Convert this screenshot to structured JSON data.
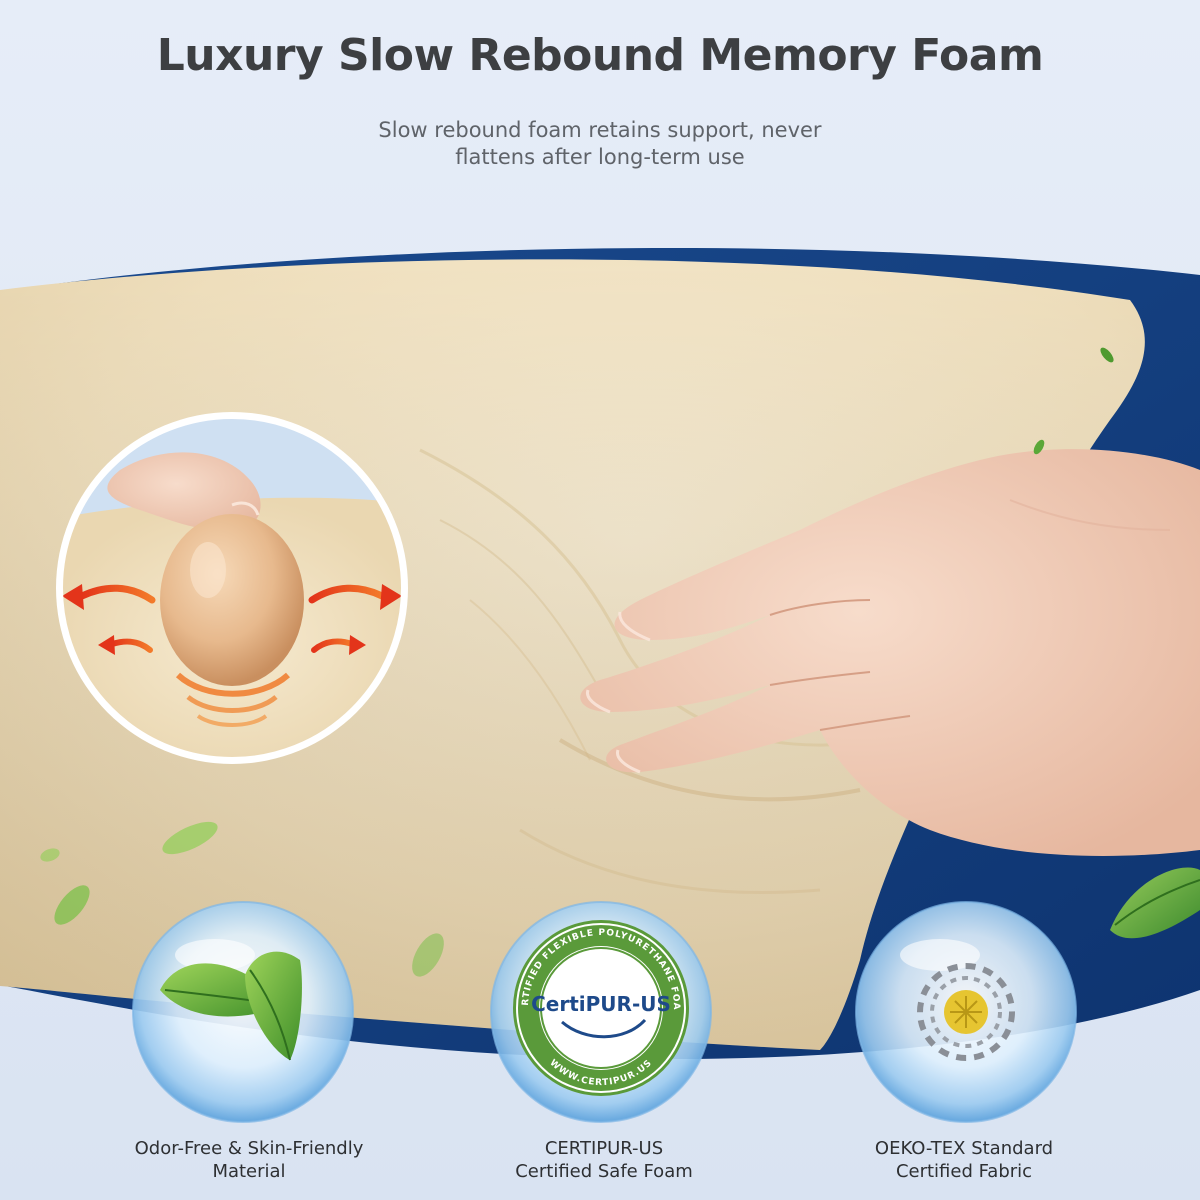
{
  "header": {
    "title": "Luxury Slow Rebound Memory Foam",
    "subtitle_line1": "Slow rebound foam retains support, never",
    "subtitle_line2": "flattens after long-term use"
  },
  "colors": {
    "background": "#e2eaf5",
    "navy_band": "#133d7c",
    "foam": "#f0e2c4",
    "title_text": "#3d3f42",
    "badge_green": "#5a9a3a"
  },
  "illustration": {
    "inset_icon": "egg-on-foam-icon",
    "pressing_icon": "hand-pressing-icon",
    "decor_icon": "leaf-icon"
  },
  "certification_seal": {
    "brand_left": "Certi",
    "brand_right": "PUR-US",
    "ring_top": "CERTIFIED FLEXIBLE POLYURETHANE FOAM",
    "ring_bottom": "WWW.CERTIPUR.US"
  },
  "badges": [
    {
      "icon": "leaf-icon",
      "line1": "Odor-Free & Skin-Friendly",
      "line2": "Material"
    },
    {
      "icon": "certipur-seal-icon",
      "line1": "CERTIPUR-US",
      "line2": "Certified Safe Foam"
    },
    {
      "icon": "oeko-tex-icon",
      "line1": "OEKO-TEX Standard",
      "line2": "Certified Fabric"
    }
  ]
}
